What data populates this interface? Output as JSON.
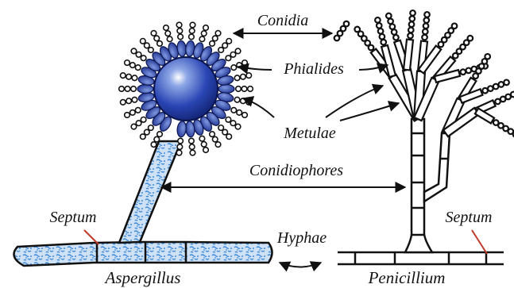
{
  "labels": {
    "conidia": "Conidia",
    "phialides": "Phialides",
    "metulae": "Metulae",
    "conidiophores": "Conidiophores",
    "hyphae": "Hyphae",
    "septum_left": "Septum",
    "septum_right": "Septum",
    "aspergillus": "Aspergillus",
    "penicillium": "Penicillium"
  },
  "colors": {
    "vesicle": "#1f3fa8",
    "hyphae_fill": "#cfe1f6",
    "hyphae_speckle": "#3f8bd6",
    "outline": "#111111",
    "septum_pointer": "#c0392b"
  }
}
